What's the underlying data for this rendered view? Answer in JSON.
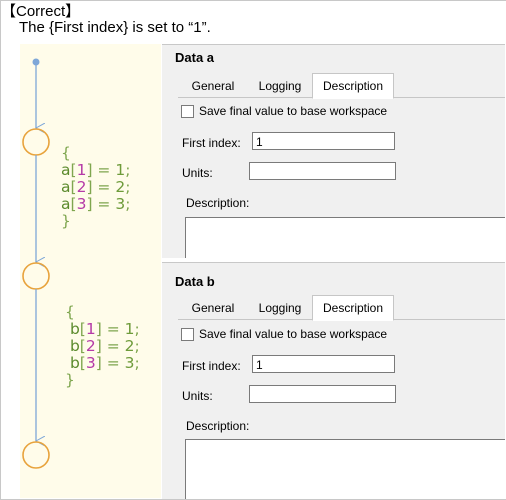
{
  "header": {
    "title": "【Correct】",
    "subtitle": "The {First index} is set to “1”."
  },
  "chart": {
    "block1": {
      "open": "{",
      "lines": [
        {
          "var": "a",
          "idx": "1",
          "val": "1"
        },
        {
          "var": "a",
          "idx": "2",
          "val": "2"
        },
        {
          "var": "a",
          "idx": "3",
          "val": "3"
        }
      ],
      "close": "}"
    },
    "block2": {
      "open": "{",
      "lines": [
        {
          "var": "b",
          "idx": "1",
          "val": "1"
        },
        {
          "var": "b",
          "idx": "2",
          "val": "2"
        },
        {
          "var": "b",
          "idx": "3",
          "val": "3"
        }
      ],
      "close": "}"
    }
  },
  "panel_a": {
    "title": "Data a",
    "tabs": [
      "General",
      "Logging",
      "Description"
    ],
    "active_tab": "Description",
    "checkbox_label": "Save final value to base workspace",
    "first_index_label": "First index:",
    "first_index_value": "1",
    "units_label": "Units:",
    "units_value": "",
    "description_label": "Description:"
  },
  "panel_b": {
    "title": "Data b",
    "tabs": [
      "General",
      "Logging",
      "Description"
    ],
    "active_tab": "Description",
    "checkbox_label": "Save final value to base workspace",
    "first_index_label": "First index:",
    "first_index_value": "1",
    "units_label": "Units:",
    "units_value": "",
    "description_label": "Description:"
  },
  "colors": {
    "chart_background": "#fffcea",
    "transition_line": "#7ea7d8",
    "junction_outline": "#e8a33c",
    "code_text": "#7fa64f",
    "index_text": "#b53aa7",
    "panel_background": "#f0f0f0"
  }
}
